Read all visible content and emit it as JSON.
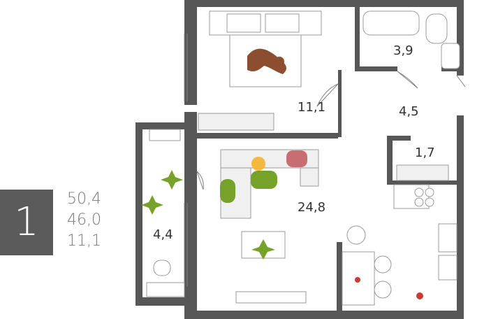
{
  "apartment": {
    "room_count": "1",
    "total_area": "50,4",
    "living_area": "46,0",
    "kitchen_area": "11,1"
  },
  "rooms": [
    {
      "label": "11,1"
    },
    {
      "label": "3,9"
    },
    {
      "label": "4,5"
    },
    {
      "label": "1,7"
    },
    {
      "label": "24,8"
    },
    {
      "label": "4,4"
    }
  ],
  "colors": {
    "wall": "#575757",
    "summary_box": "#5a5a5a",
    "summary_text": "#777777",
    "green_accent": "#77a22a",
    "red_accent": "#c93c33",
    "brown_animal": "#8c4e2e"
  }
}
